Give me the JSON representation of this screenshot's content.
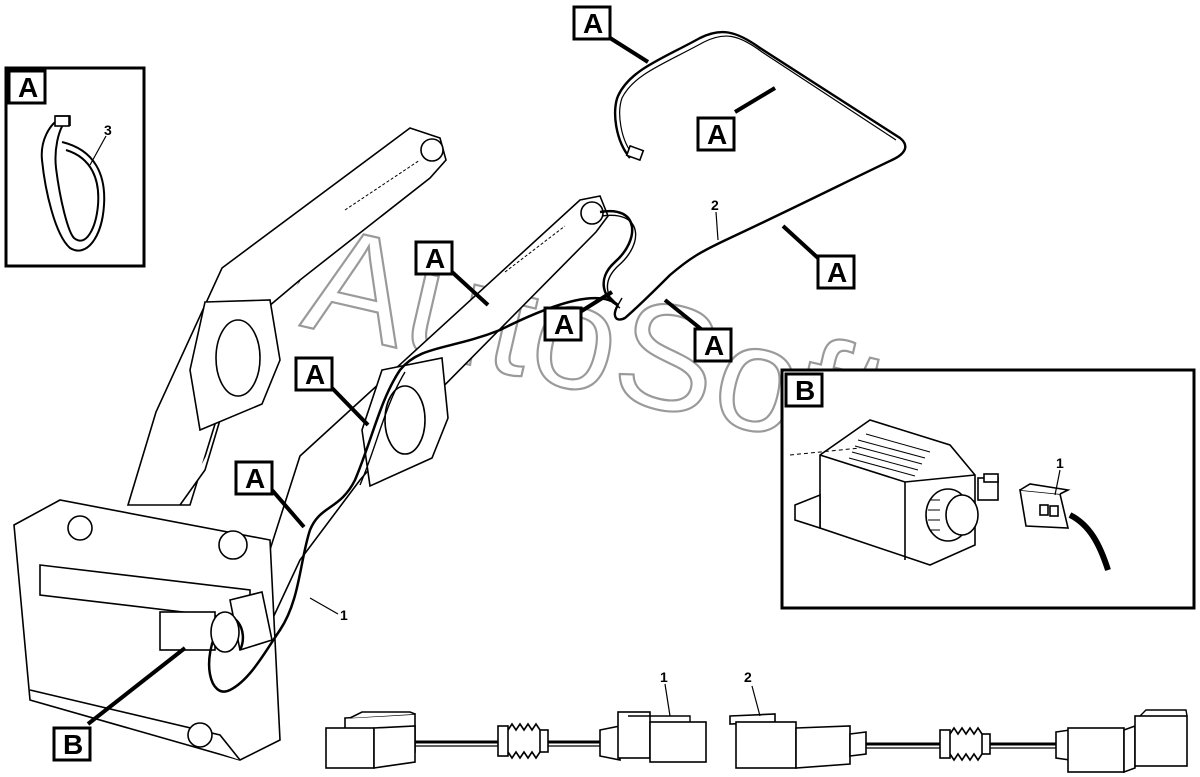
{
  "watermark": "AutoSoft.ru",
  "labels": {
    "a": "A",
    "b": "B"
  },
  "numbers": {
    "one": "1",
    "two": "2",
    "three": "3"
  }
}
